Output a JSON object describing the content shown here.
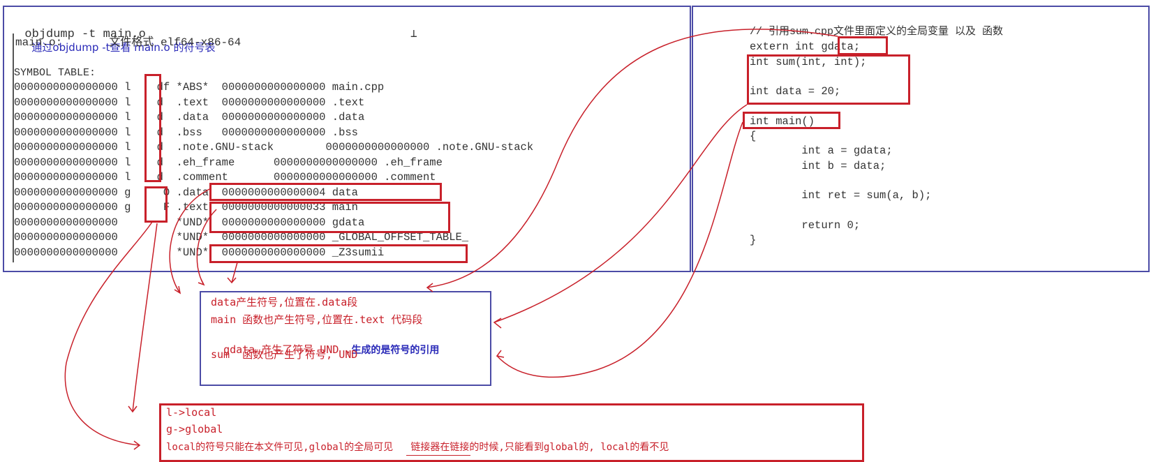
{
  "left_panel": {
    "command": "objdump -t main.o",
    "command_note": "通过objdump -t查看 main.o 的符号表",
    "file_line": "main.o:       文件格式 elf64-x86-64",
    "cursor_glyph": "⊥",
    "table_header": "SYMBOL TABLE:",
    "rows": [
      "0000000000000000 l    df *ABS*  0000000000000000 main.cpp",
      "0000000000000000 l    d  .text  0000000000000000 .text",
      "0000000000000000 l    d  .data  0000000000000000 .data",
      "0000000000000000 l    d  .bss   0000000000000000 .bss",
      "0000000000000000 l    d  .note.GNU-stack        0000000000000000 .note.GNU-stack",
      "0000000000000000 l    d  .eh_frame      0000000000000000 .eh_frame",
      "0000000000000000 l    d  .comment       0000000000000000 .comment",
      "0000000000000000 g     O .data  0000000000000004 data",
      "0000000000000000 g     F .text  0000000000000033 main",
      "0000000000000000         *UND*  0000000000000000 gdata",
      "0000000000000000         *UND*  0000000000000000 _GLOBAL_OFFSET_TABLE_",
      "0000000000000000         *UND*  0000000000000000 _Z3sumii"
    ]
  },
  "right_panel": {
    "lines": [
      "// 引用sum.cpp文件里面定义的全局变量 以及 函数",
      "extern int gdata;",
      "int sum(int, int);",
      "",
      "int data = 20;",
      "",
      "int main()",
      "{",
      "        int a = gdata;",
      "        int b = data;",
      "",
      "        int ret = sum(a, b);",
      "",
      "        return 0;",
      "}"
    ]
  },
  "explain": {
    "line1": "data产生符号,位置在.data段",
    "line2": "main 函数也产生符号,位置在.text 代码段",
    "line3a": "gdata 产生了符号 UND ,",
    "line3b": "生成的是符号的引用",
    "line4": "sum  函数也产生了符号, UND"
  },
  "legend": {
    "line1": "l->local",
    "line2": "g->global",
    "line3": "local的符号只能在本文件可见,global的全局可见   链接器在链接的时候,只能看到global的, local的看不见"
  },
  "colors": {
    "annotation_red": "#c8202a",
    "panel_blue": "#4b4ba6",
    "note_blue": "#2a2ab8"
  }
}
